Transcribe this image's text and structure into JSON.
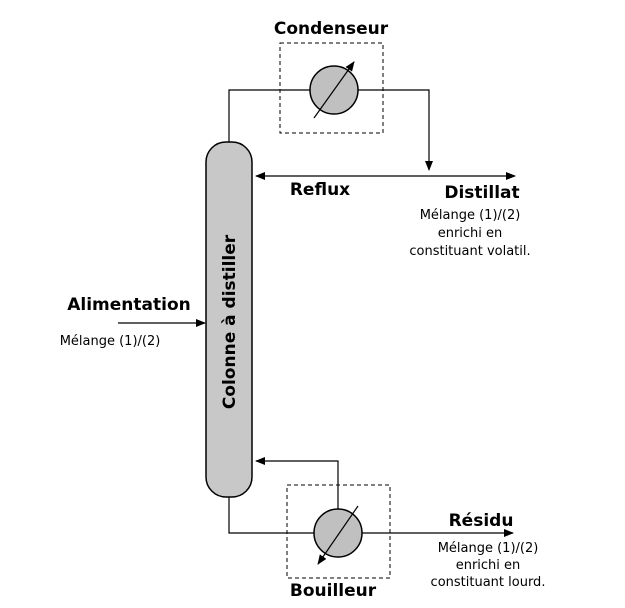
{
  "labels": {
    "condenser": "Condenseur",
    "reboiler": "Bouilleur",
    "column": "Colonne à distiller",
    "reflux": "Reflux",
    "distillate": "Distillat",
    "distillate_desc": [
      "Mélange (1)/(2)",
      "enrichi en",
      "constituant volatil."
    ],
    "feed": "Alimentation",
    "feed_desc": "Mélange (1)/(2)",
    "residue": "Résidu",
    "residue_desc": [
      "Mélange (1)/(2)",
      "enrichi en",
      "constituant lourd."
    ]
  },
  "colors": {
    "equipment_fill": "#c0c0c0",
    "column_fill": "#c8c8c8",
    "line": "#000000"
  }
}
